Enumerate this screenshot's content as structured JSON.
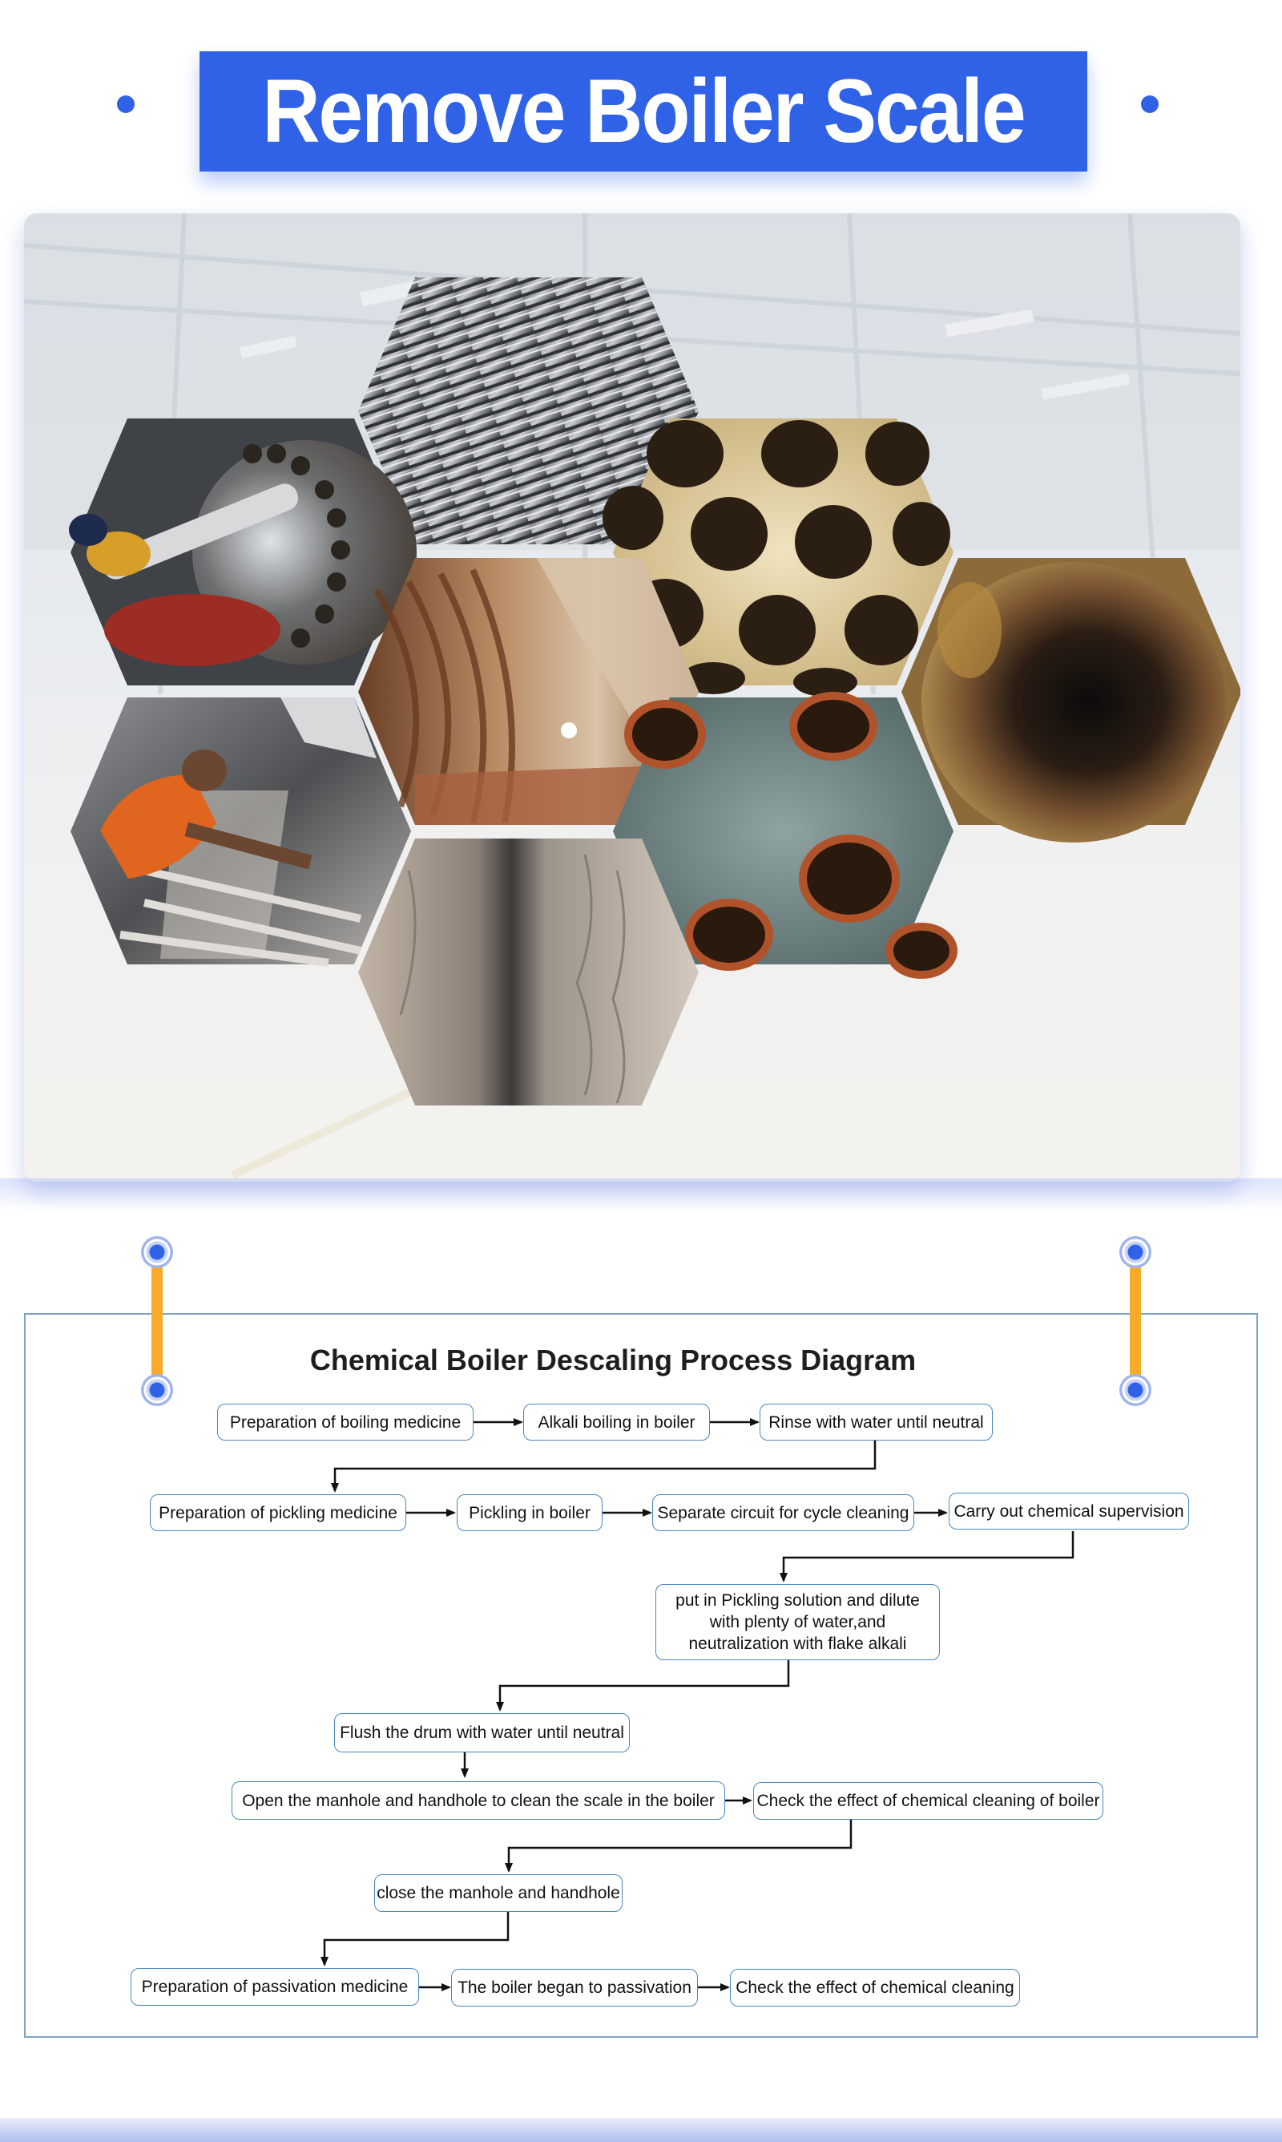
{
  "header": {
    "title": "Remove Boiler Scale"
  },
  "gallery": {
    "photos": [
      {
        "name": "finned-tubes-photo",
        "subject": "finned steel tubes"
      },
      {
        "name": "tube-cleaning-photo",
        "subject": "cleaning boiler tube sheet"
      },
      {
        "name": "scaled-tube-sheet-photo",
        "subject": "scaled tube sheet holes"
      },
      {
        "name": "furnace-scale-photo",
        "subject": "rusty scale inside furnace"
      },
      {
        "name": "pipe-interior-photo",
        "subject": "corroded pipe interior"
      },
      {
        "name": "worker-inside-boiler-photo",
        "subject": "worker inside boiler"
      },
      {
        "name": "corroded-plate-photo",
        "subject": "corroded tube plate"
      },
      {
        "name": "scale-deposit-photo",
        "subject": "scale deposit on wall"
      }
    ]
  },
  "diagram": {
    "title": "Chemical Boiler Descaling Process Diagram",
    "steps": [
      "Preparation of boiling medicine",
      "Alkali boiling in boiler",
      "Rinse with water until neutral",
      "Preparation of pickling medicine",
      "Pickling in boiler",
      "Separate circuit for cycle cleaning",
      "Carry out chemical supervision",
      "put in Pickling solution and dilute with plenty of water,and neutralization with flake alkali",
      "Flush the drum with water until neutral",
      "Open the manhole and handhole to clean the scale in the boiler",
      "Check the effect of chemical cleaning of boiler",
      "close the manhole and handhole",
      "Preparation of passivation medicine",
      "The boiler began to passivation",
      "Check the effect of chemical cleaning"
    ]
  },
  "colors": {
    "accent": "#2f62e6",
    "hanger": "#f6ac28",
    "box_border": "#4a86bd",
    "frame_border": "#7fa2c8"
  }
}
